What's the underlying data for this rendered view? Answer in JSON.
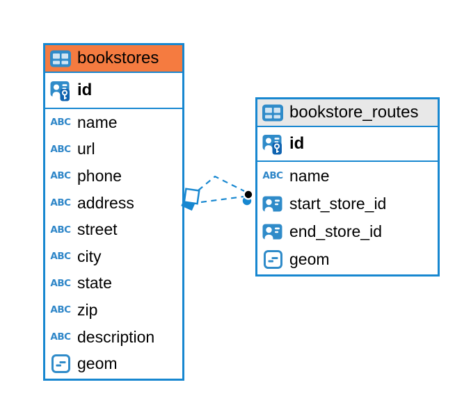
{
  "colors": {
    "border_blue": "#1787d0",
    "icon_blue": "#2f8bc9",
    "icon_blue_dark": "#0f63b0",
    "abc_blue": "#2e86c8",
    "header_orange": "#f57b40",
    "header_gray": "#e8e8e8",
    "text": "#000000",
    "background": "#ffffff",
    "connector_dot": "#000000"
  },
  "icon_glyphs": {
    "text": "ABC"
  },
  "tables": [
    {
      "name": "bookstores",
      "header_style": "orange",
      "columns": [
        {
          "name": "id",
          "type_icon": "primary-key",
          "emphasis": true
        },
        {
          "name": "name",
          "type_icon": "text"
        },
        {
          "name": "url",
          "type_icon": "text"
        },
        {
          "name": "phone",
          "type_icon": "text"
        },
        {
          "name": "address",
          "type_icon": "text"
        },
        {
          "name": "street",
          "type_icon": "text"
        },
        {
          "name": "city",
          "type_icon": "text"
        },
        {
          "name": "state",
          "type_icon": "text"
        },
        {
          "name": "zip",
          "type_icon": "text"
        },
        {
          "name": "description",
          "type_icon": "text"
        },
        {
          "name": "geom",
          "type_icon": "geometry"
        }
      ]
    },
    {
      "name": "bookstore_routes",
      "header_style": "gray",
      "columns": [
        {
          "name": "id",
          "type_icon": "primary-key",
          "emphasis": true
        },
        {
          "name": "name",
          "type_icon": "text"
        },
        {
          "name": "start_store_id",
          "type_icon": "foreign-key"
        },
        {
          "name": "end_store_id",
          "type_icon": "foreign-key"
        },
        {
          "name": "geom",
          "type_icon": "geometry"
        }
      ]
    }
  ],
  "relationship": {
    "from_table": "bookstores",
    "to_table": "bookstore_routes",
    "line_style": "dashed",
    "line_count": 2
  }
}
